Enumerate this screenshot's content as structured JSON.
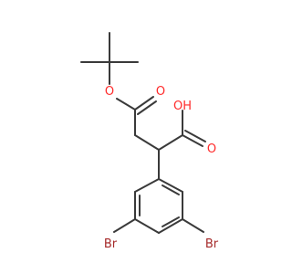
{
  "molecule": {
    "atom_labels": {
      "ester_oxygen": "O",
      "carbonyl_oxygen_ester": "O",
      "hydroxyl": "OH",
      "carbonyl_oxygen_acid": "O",
      "bromine_left": "Br",
      "bromine_right": "Br"
    },
    "colors": {
      "bond": "#3a3a3a",
      "oxygen": "#ff2a2a",
      "bromine": "#a52a2a"
    }
  }
}
